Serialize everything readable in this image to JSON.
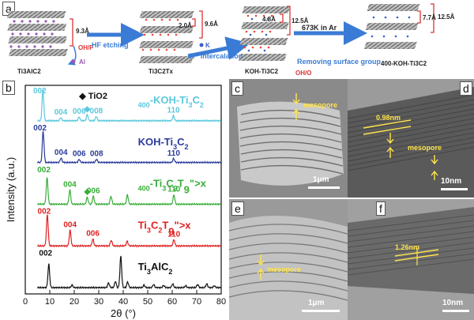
{
  "panel_a": {
    "letter": "a",
    "stages": [
      {
        "name": "Ti3AlC2",
        "spacing": "9.3Å"
      },
      {
        "name": "Ti3C2Tx",
        "spacing_inner": "2.0Å",
        "spacing_outer": "9.6Å"
      },
      {
        "name": "KOH-Ti3C2",
        "spacing_inner": "4.8Å",
        "spacing_outer": "12.5Å"
      },
      {
        "name": "400-KOH-Ti3C2",
        "spacing_inner": "7.7Å",
        "spacing_outer": "12.5Å"
      }
    ],
    "arrows": [
      {
        "label": "HF etching"
      },
      {
        "label": "K⁺ intercalation"
      },
      {
        "label_top": "673K in Ar",
        "label_bottom": "Removing surface group"
      }
    ],
    "species": {
      "oh_f": "OH/F",
      "al": "Al",
      "k": "K",
      "oh_o": "OH/O"
    }
  },
  "panel_b": {
    "letter": "b",
    "chart_data": {
      "type": "line",
      "xlabel": "2θ (°)",
      "ylabel": "Intensity (a.u.)",
      "xlim": [
        0,
        80
      ],
      "xticks": [
        0,
        10,
        20,
        30,
        40,
        50,
        60,
        70,
        80
      ],
      "legend_marker": "TiO2",
      "series": [
        {
          "name": "400-KOH-Ti3C2",
          "color": "#5bc8dc",
          "peaks": [
            [
              7.2,
              1.0
            ],
            [
              14.5,
              0.1
            ],
            [
              22.0,
              0.12
            ],
            [
              25.3,
              0.2
            ],
            [
              29.0,
              0.14
            ],
            [
              60.5,
              0.16
            ]
          ],
          "annotations": [
            {
              "text": "002",
              "x": 7.2
            },
            {
              "text": "004",
              "x": 14.5
            },
            {
              "text": "006",
              "x": 22.0
            },
            {
              "text": "◆",
              "x": 25.3
            },
            {
              "text": "008",
              "x": 29.0
            },
            {
              "text": "110",
              "x": 60.5
            }
          ]
        },
        {
          "name": "KOH-Ti3C2",
          "color": "#2a3b9a",
          "peaks": [
            [
              7.3,
              1.0
            ],
            [
              14.6,
              0.14
            ],
            [
              22.0,
              0.1
            ],
            [
              29.1,
              0.1
            ],
            [
              60.6,
              0.12
            ]
          ],
          "annotations": [
            {
              "text": "002",
              "x": 7.3
            },
            {
              "text": "004",
              "x": 14.6
            },
            {
              "text": "006",
              "x": 22.0
            },
            {
              "text": "008",
              "x": 29.1
            },
            {
              "text": "110",
              "x": 60.6
            }
          ]
        },
        {
          "name": "400-Ti3C2Tx",
          "color": "#3aae3a",
          "peaks": [
            [
              8.9,
              0.85
            ],
            [
              18.2,
              0.45
            ],
            [
              25.3,
              0.22
            ],
            [
              27.8,
              0.25
            ],
            [
              35.0,
              0.25
            ],
            [
              41.7,
              0.3
            ],
            [
              60.7,
              0.3
            ]
          ],
          "annotations": [
            {
              "text": "002",
              "x": 8.9
            },
            {
              "text": "004",
              "x": 18.2
            },
            {
              "text": "◆",
              "x": 25.3
            },
            {
              "text": "006",
              "x": 27.8
            },
            {
              "text": "110",
              "x": 60.7
            }
          ]
        },
        {
          "name": "Ti3C2Tx",
          "color": "#e02020",
          "peaks": [
            [
              9.0,
              1.0
            ],
            [
              18.3,
              0.5
            ],
            [
              27.6,
              0.22
            ],
            [
              35.1,
              0.18
            ],
            [
              41.6,
              0.15
            ],
            [
              60.7,
              0.2
            ]
          ],
          "annotations": [
            {
              "text": "002",
              "x": 9.0
            },
            {
              "text": "004",
              "x": 18.3
            },
            {
              "text": "006",
              "x": 27.6
            },
            {
              "text": "110",
              "x": 60.7
            }
          ]
        },
        {
          "name": "Ti3AlC2",
          "color": "#111111",
          "peaks": [
            [
              9.6,
              0.75
            ],
            [
              19.1,
              0.08
            ],
            [
              34.0,
              0.15
            ],
            [
              36.8,
              0.2
            ],
            [
              39.0,
              1.0
            ],
            [
              41.8,
              0.18
            ],
            [
              48.5,
              0.08
            ],
            [
              52.4,
              0.1
            ],
            [
              56.5,
              0.07
            ],
            [
              60.2,
              0.12
            ],
            [
              65.5,
              0.06
            ],
            [
              70.4,
              0.1
            ],
            [
              74.1,
              0.12
            ],
            [
              77.2,
              0.06
            ]
          ],
          "annotations": [
            {
              "text": "002",
              "x": 9.6
            }
          ]
        }
      ]
    }
  },
  "micrographs": {
    "c": {
      "letter": "c",
      "annotation": "mesopore",
      "scale": "1μm"
    },
    "d": {
      "letter": "d",
      "spacing": "0.98nm",
      "annotation": "mesopore",
      "scale": "10nm"
    },
    "e": {
      "letter": "e",
      "annotation": "mesopore",
      "scale": "1μm"
    },
    "f": {
      "letter": "f",
      "spacing": "1.26nm",
      "scale": "10nm"
    }
  }
}
